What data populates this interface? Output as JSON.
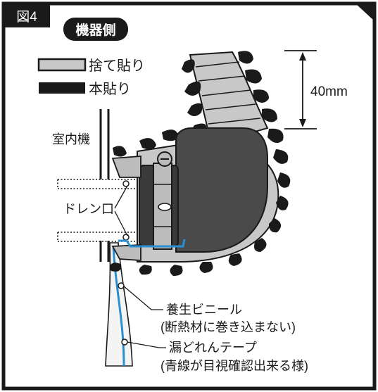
{
  "figure": {
    "label": "図4",
    "side_badge": "機器側",
    "colors": {
      "frame": "#1a1a1a",
      "background": "#ffffff",
      "temp_wrap": "#c8c8c8",
      "main_wrap": "#1a1a1a",
      "drain_tape": "#2a8fd0",
      "metal": "#bcbcbc",
      "elbow": "#4a4a4a"
    }
  },
  "legend": {
    "items": [
      {
        "label": "捨て貼り",
        "swatch": "light-gray"
      },
      {
        "label": "本貼り",
        "swatch": "black"
      }
    ]
  },
  "labels": {
    "dimension": "40mm",
    "indoor_unit": "室内機",
    "drain_port": "ドレン口",
    "curing_vinyl": "養生ビニール",
    "curing_vinyl_note": "(断熱材に巻き込まない)",
    "drain_tape": "漏どれんテープ",
    "drain_tape_note": "(青線が目視確認出来る様)"
  }
}
